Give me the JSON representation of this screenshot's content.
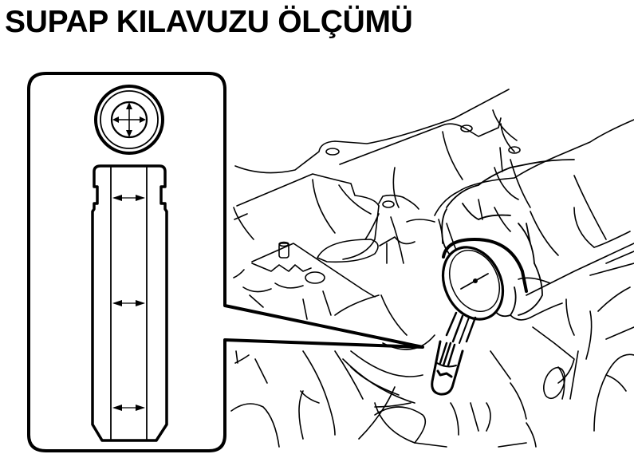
{
  "title": "SUPAP KILAVUZU ÖLÇÜMÜ",
  "figure": {
    "inset": {
      "top_view": "valve-guide-end-view-with-4-direction-arrows",
      "side_view": "valve-guide-bushing-section",
      "measurement_points": [
        "top",
        "middle",
        "bottom"
      ]
    },
    "main": {
      "subject": "cylinder-head",
      "tool": "cylinder-bore-gauge-in-valve-guide",
      "callout": "leader-from-inset-to-valve-guide"
    },
    "colors": {
      "line": "#000000",
      "background": "#ffffff"
    }
  }
}
